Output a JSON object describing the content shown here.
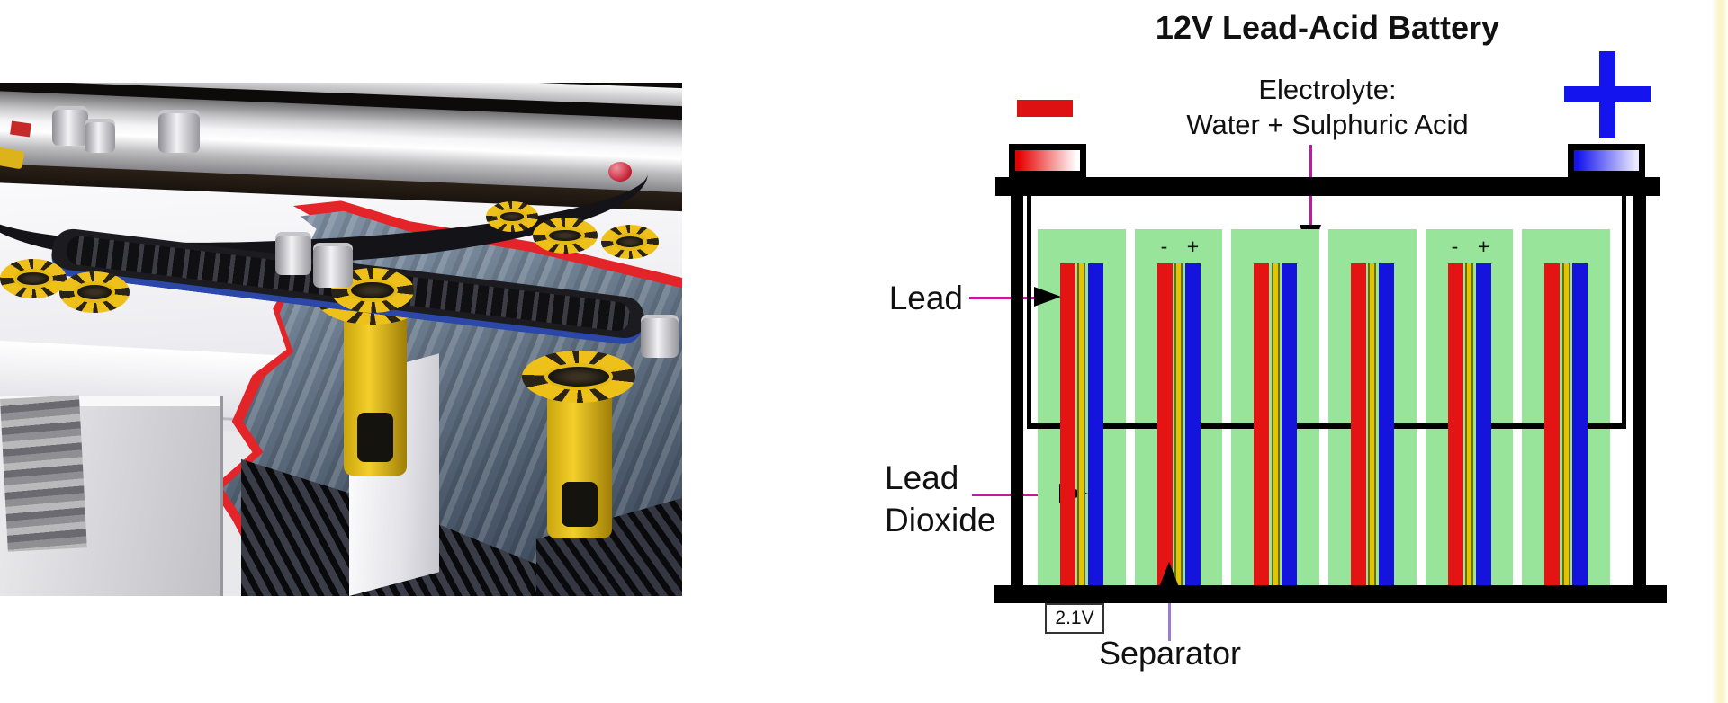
{
  "page": {
    "background": "#ffffff"
  },
  "diagram": {
    "title": "12V Lead-Acid Battery",
    "electrolyte_label_line1": "Electrolyte:",
    "electrolyte_label_line2": "Water + Sulphuric Acid",
    "lead_label": "Lead",
    "lead_dioxide_label_line1": "Lead",
    "lead_dioxide_label_line2": "Dioxide",
    "separator_label": "Separator",
    "cell_voltage_label": "2.1V",
    "cell_minus_label": "-",
    "cell_plus_label": "+",
    "cells": [
      {
        "index": 1,
        "polarity_labels": false
      },
      {
        "index": 2,
        "polarity_labels": true
      },
      {
        "index": 3,
        "polarity_labels": false
      },
      {
        "index": 4,
        "polarity_labels": false
      },
      {
        "index": 5,
        "polarity_labels": true
      },
      {
        "index": 6,
        "polarity_labels": false
      }
    ],
    "colors": {
      "cell_green": "#99e49b",
      "plate_red": "#e51414",
      "plate_blue": "#1414dd",
      "separator_yellow": "#e2c400",
      "separator_yellow_edge": "#6e6e00",
      "label_magenta": "#c4199c",
      "separator_pointer_purple": "#9d7bd0",
      "terminal_negative_red": "#e60000",
      "terminal_positive_blue": "#1414ee",
      "sign_red": "#dd1111",
      "sign_blue": "#1414ee",
      "edge_stripe": "#faf5c8"
    }
  }
}
